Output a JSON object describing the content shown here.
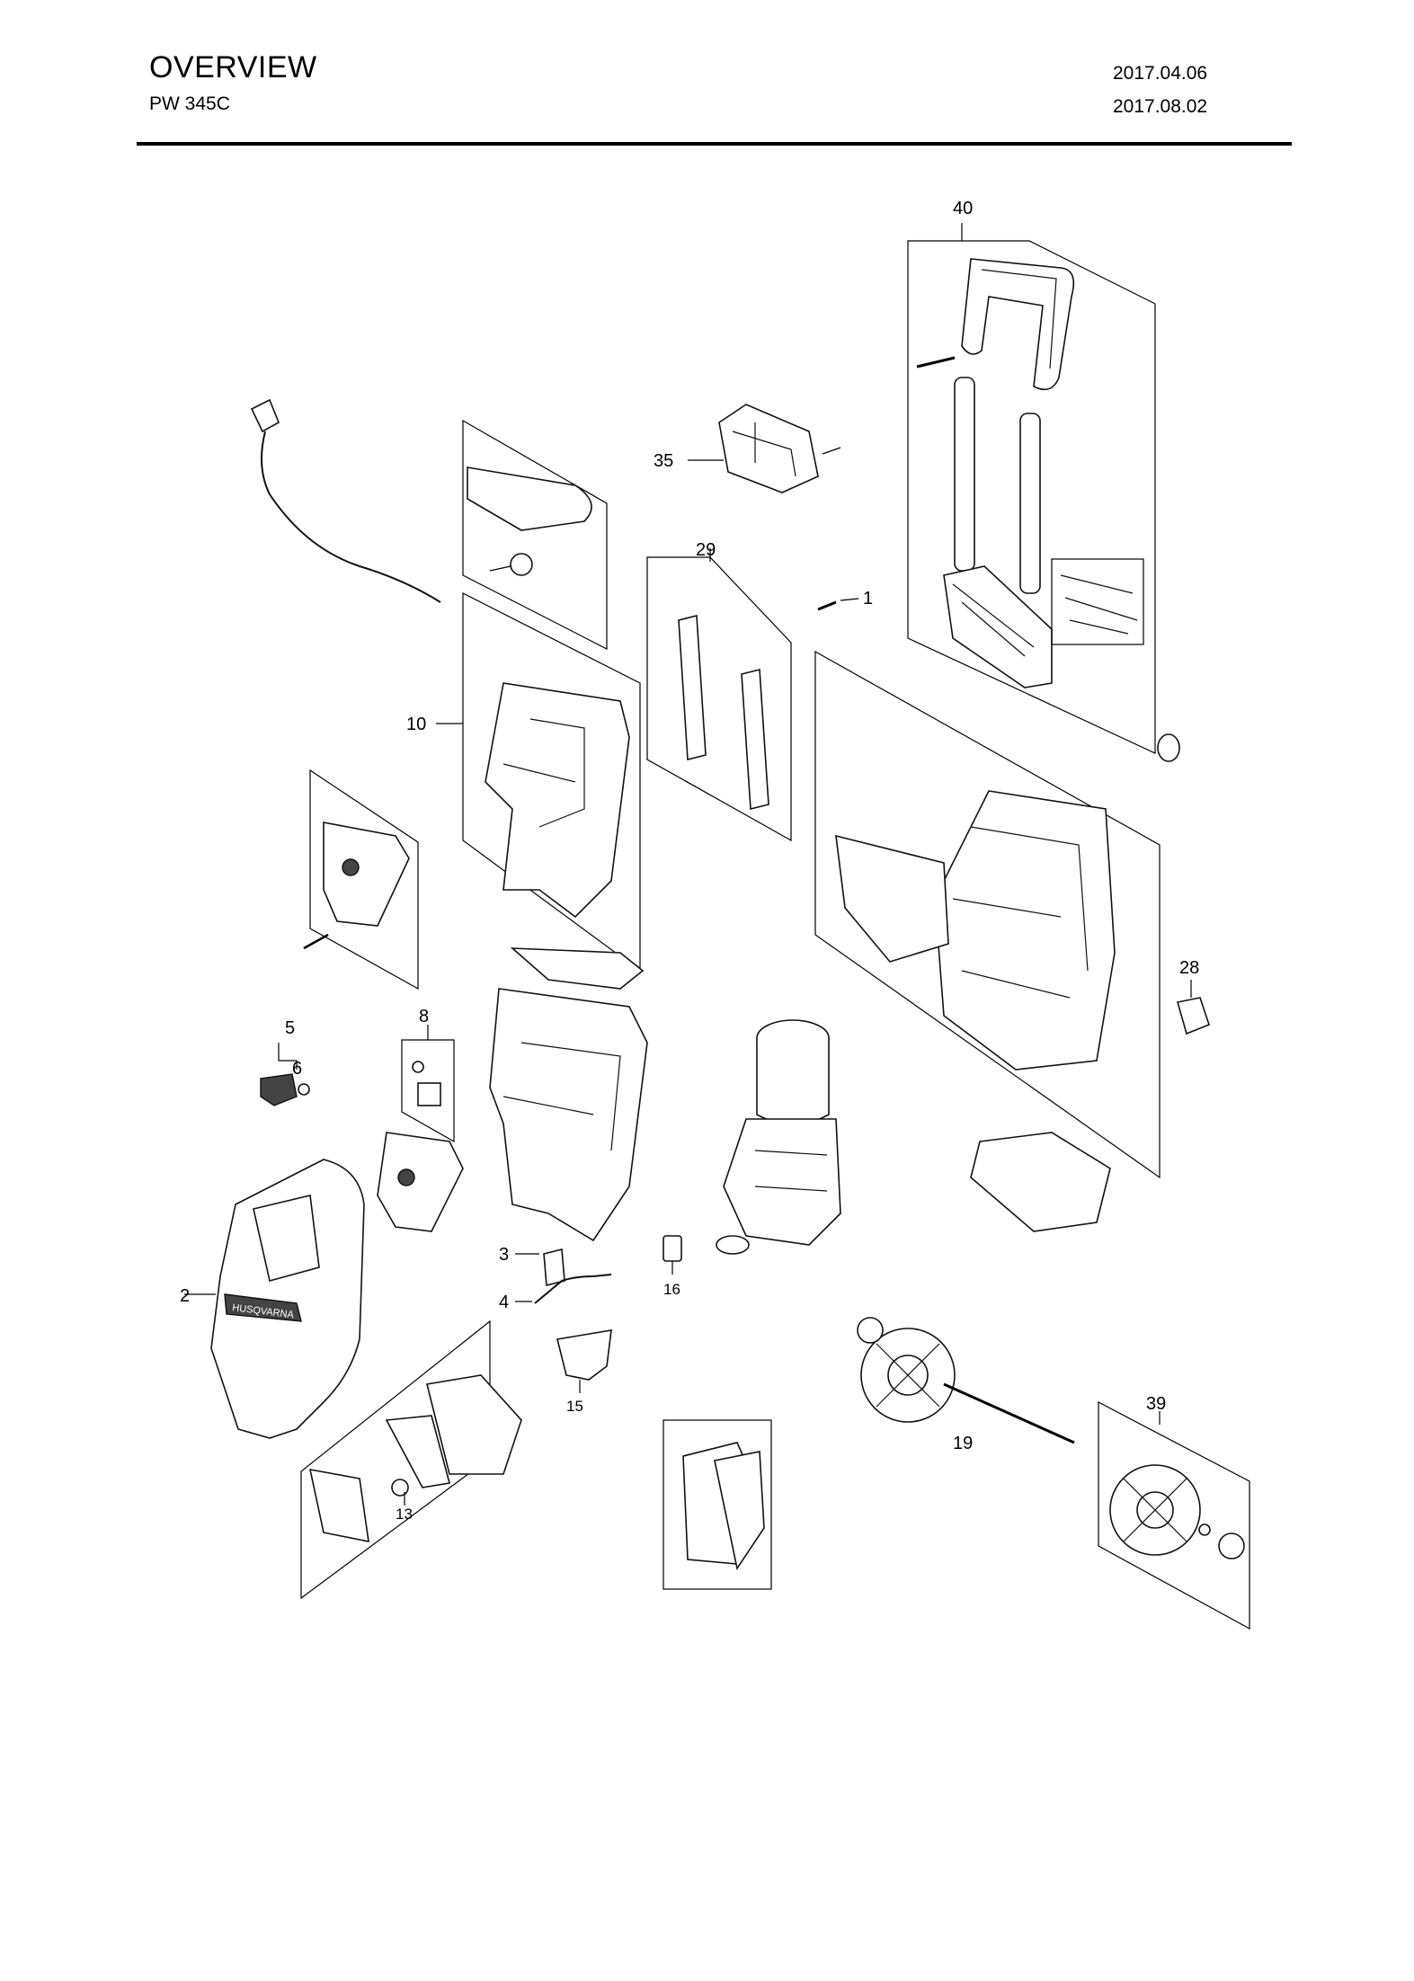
{
  "header": {
    "title": "OVERVIEW",
    "model": "PW 345C",
    "date_created": "2017.04.06",
    "date_revised": "2017.08.02"
  },
  "callouts": [
    {
      "id": "c40",
      "label": "40"
    },
    {
      "id": "c35",
      "label": "35"
    },
    {
      "id": "c29",
      "label": "29"
    },
    {
      "id": "c1",
      "label": "1"
    },
    {
      "id": "c10",
      "label": "10"
    },
    {
      "id": "c28",
      "label": "28"
    },
    {
      "id": "c5",
      "label": "5"
    },
    {
      "id": "c6",
      "label": "6"
    },
    {
      "id": "c8",
      "label": "8"
    },
    {
      "id": "c2",
      "label": "2"
    },
    {
      "id": "c3",
      "label": "3"
    },
    {
      "id": "c4",
      "label": "4"
    },
    {
      "id": "c16",
      "label": "16"
    },
    {
      "id": "c15",
      "label": "15"
    },
    {
      "id": "c13",
      "label": "13"
    },
    {
      "id": "c19",
      "label": "19"
    },
    {
      "id": "c39",
      "label": "39"
    }
  ],
  "brand_mark": "HUSQVARNA"
}
